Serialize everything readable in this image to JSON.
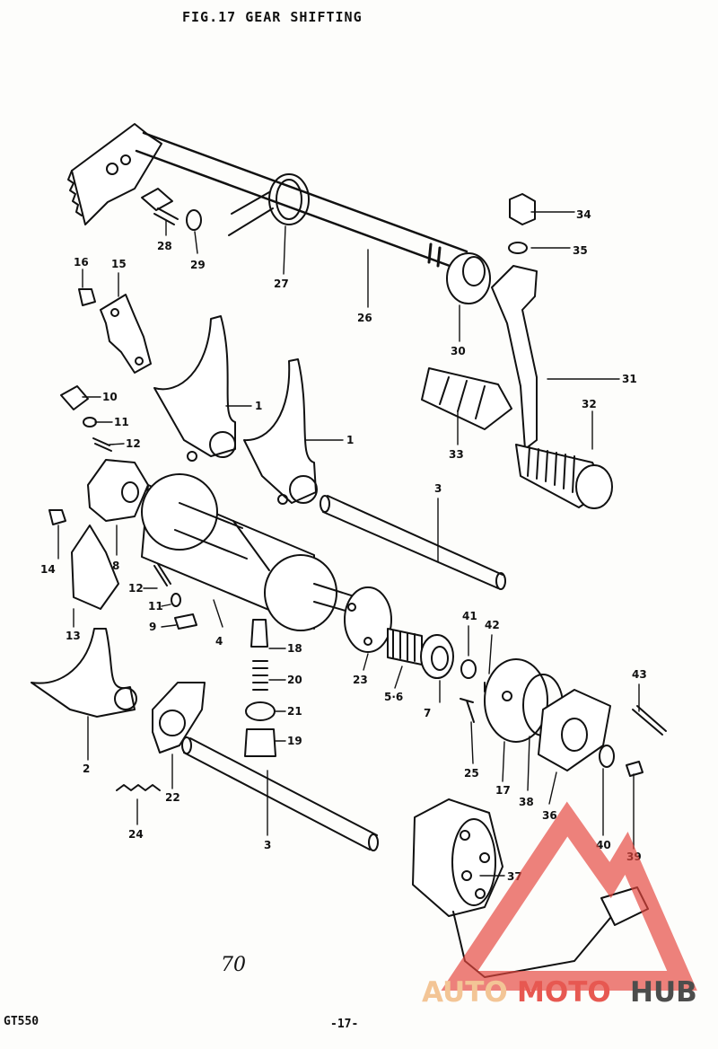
{
  "figure": {
    "title": "FIG.17  GEAR SHIFTING",
    "model": "GT550",
    "page_number": "-17-",
    "handwritten_note": "70"
  },
  "callouts": [
    {
      "id": "label-34",
      "text": "34"
    },
    {
      "id": "label-35",
      "text": "35"
    },
    {
      "id": "label-28",
      "text": "28"
    },
    {
      "id": "label-29",
      "text": "29"
    },
    {
      "id": "label-27",
      "text": "27"
    },
    {
      "id": "label-26",
      "text": "26"
    },
    {
      "id": "label-16",
      "text": "16"
    },
    {
      "id": "label-15",
      "text": "15"
    },
    {
      "id": "label-30",
      "text": "30"
    },
    {
      "id": "label-31",
      "text": "31"
    },
    {
      "id": "label-32",
      "text": "32"
    },
    {
      "id": "label-33",
      "text": "33"
    },
    {
      "id": "label-1a",
      "text": "1"
    },
    {
      "id": "label-1b",
      "text": "1"
    },
    {
      "id": "label-10",
      "text": "10"
    },
    {
      "id": "label-11a",
      "text": "11"
    },
    {
      "id": "label-12a",
      "text": "12"
    },
    {
      "id": "label-3a",
      "text": "3"
    },
    {
      "id": "label-14",
      "text": "14"
    },
    {
      "id": "label-8",
      "text": "8"
    },
    {
      "id": "label-12b",
      "text": "12"
    },
    {
      "id": "label-11b",
      "text": "11"
    },
    {
      "id": "label-13",
      "text": "13"
    },
    {
      "id": "label-9",
      "text": "9"
    },
    {
      "id": "label-4",
      "text": "4"
    },
    {
      "id": "label-18",
      "text": "18"
    },
    {
      "id": "label-20",
      "text": "20"
    },
    {
      "id": "label-21",
      "text": "21"
    },
    {
      "id": "label-19",
      "text": "19"
    },
    {
      "id": "label-23",
      "text": "23"
    },
    {
      "id": "label-56",
      "text": "5·6"
    },
    {
      "id": "label-7",
      "text": "7"
    },
    {
      "id": "label-41",
      "text": "41"
    },
    {
      "id": "label-42",
      "text": "42"
    },
    {
      "id": "label-43",
      "text": "43"
    },
    {
      "id": "label-2",
      "text": "2"
    },
    {
      "id": "label-22",
      "text": "22"
    },
    {
      "id": "label-24",
      "text": "24"
    },
    {
      "id": "label-3b",
      "text": "3"
    },
    {
      "id": "label-25",
      "text": "25"
    },
    {
      "id": "label-17",
      "text": "17"
    },
    {
      "id": "label-38",
      "text": "38"
    },
    {
      "id": "label-36",
      "text": "36"
    },
    {
      "id": "label-40",
      "text": "40"
    },
    {
      "id": "label-39",
      "text": "39"
    },
    {
      "id": "label-37",
      "text": "37"
    }
  ],
  "watermark": {
    "brand_part1": "AUTO",
    "brand_part2": "MOTO",
    "brand_part3": "HUB",
    "color_primary": "#e5473f",
    "color_secondary": "#f3c08c",
    "color_tertiary": "#3a3a3a"
  }
}
